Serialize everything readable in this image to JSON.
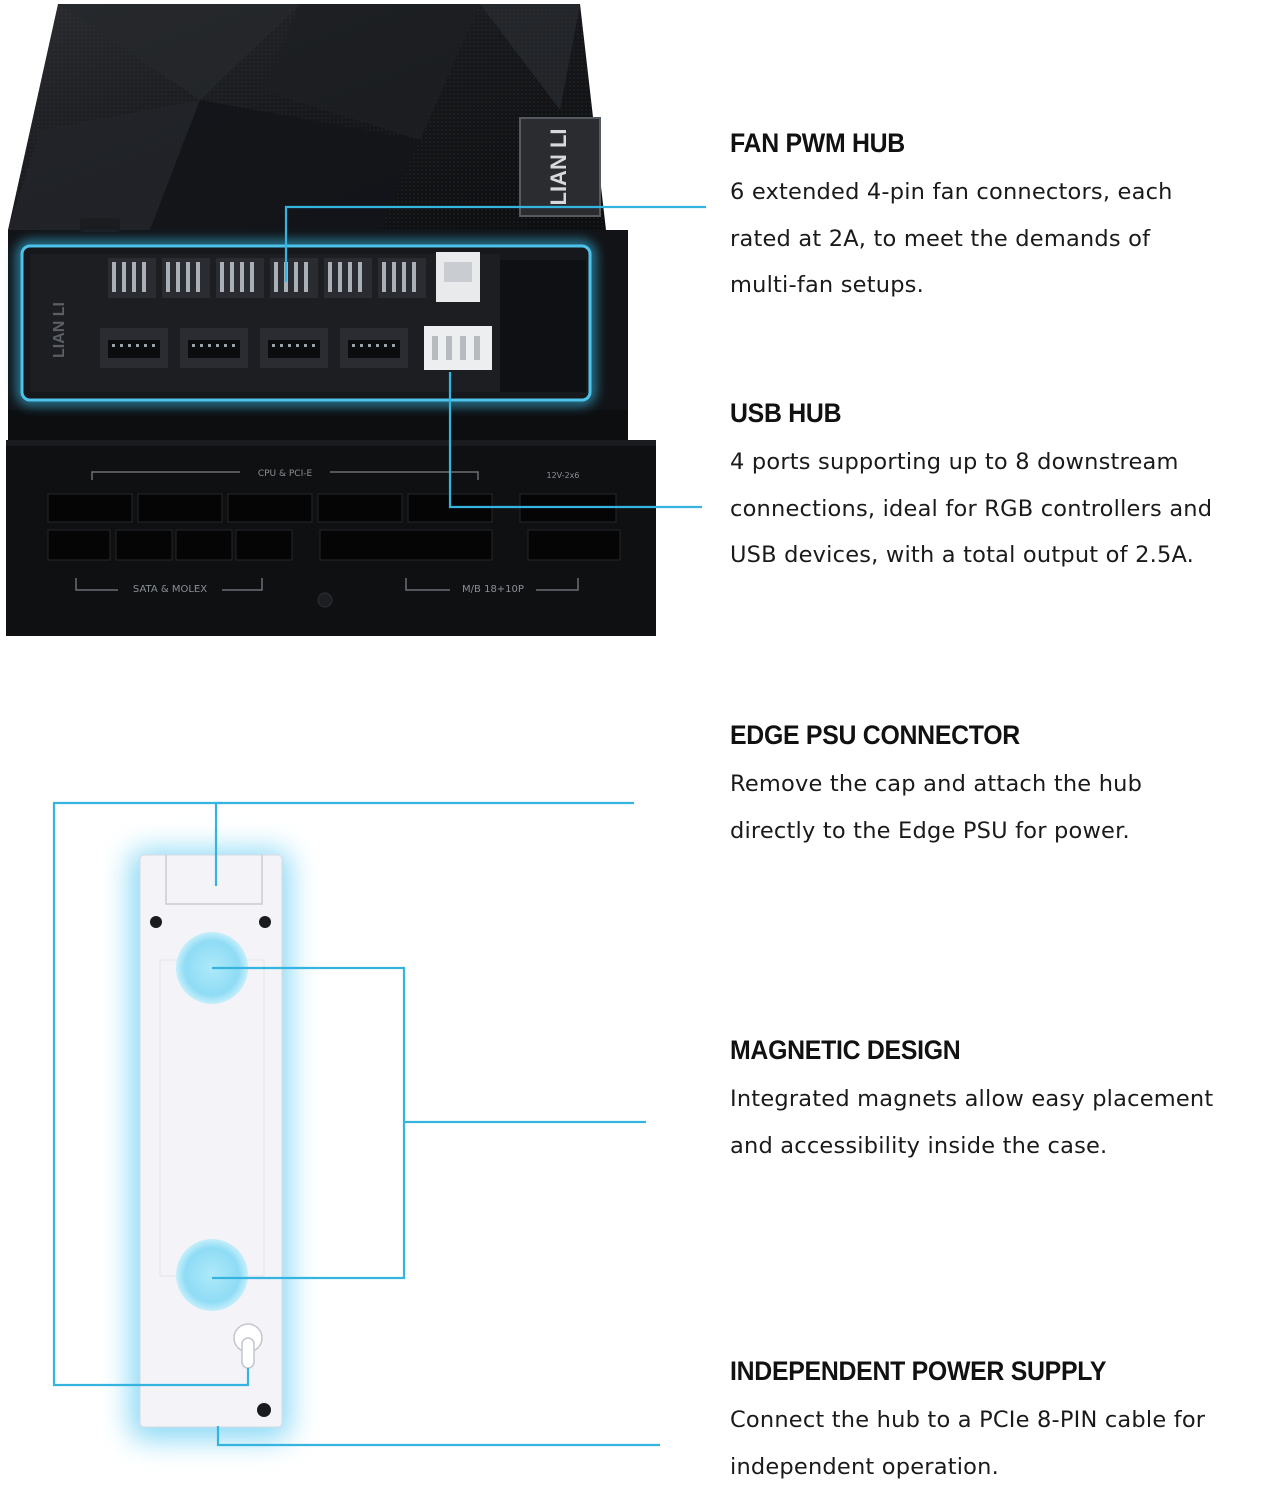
{
  "psu": {
    "brand_top": "LIAN LI",
    "brand_panel": "LIAN LI",
    "label_cpu_pcie": "CPU & PCI-E",
    "label_12v": "12V-2x6",
    "label_sata_molex": "SATA & MOLEX",
    "label_mb": "M/B 18+10P"
  },
  "colors": {
    "accent": "#35b4df",
    "glow": "#7fd6f5",
    "psu_body": "#101113",
    "hub_body": "#f4f4f8",
    "magnet": "#9ee3f7"
  },
  "features": [
    {
      "title": "FAN PWM HUB",
      "lines": [
        "6 extended 4-pin fan connectors, each",
        "rated at 2A, to meet the demands of",
        "multi-fan setups."
      ]
    },
    {
      "title": "USB HUB",
      "lines": [
        "4 ports supporting up to 8 downstream",
        "connections, ideal for RGB controllers and",
        "USB devices, with a total output of 2.5A."
      ]
    },
    {
      "title": "EDGE PSU CONNECTOR",
      "lines": [
        "Remove the cap and attach the hub",
        "directly to the Edge PSU for power."
      ]
    },
    {
      "title": "MAGNETIC DESIGN",
      "lines": [
        "Integrated magnets allow easy placement",
        "and accessibility inside the case."
      ]
    },
    {
      "title": "INDEPENDENT POWER SUPPLY",
      "lines": [
        "Connect the hub to a PCIe 8-PIN cable for",
        "independent operation."
      ]
    }
  ]
}
